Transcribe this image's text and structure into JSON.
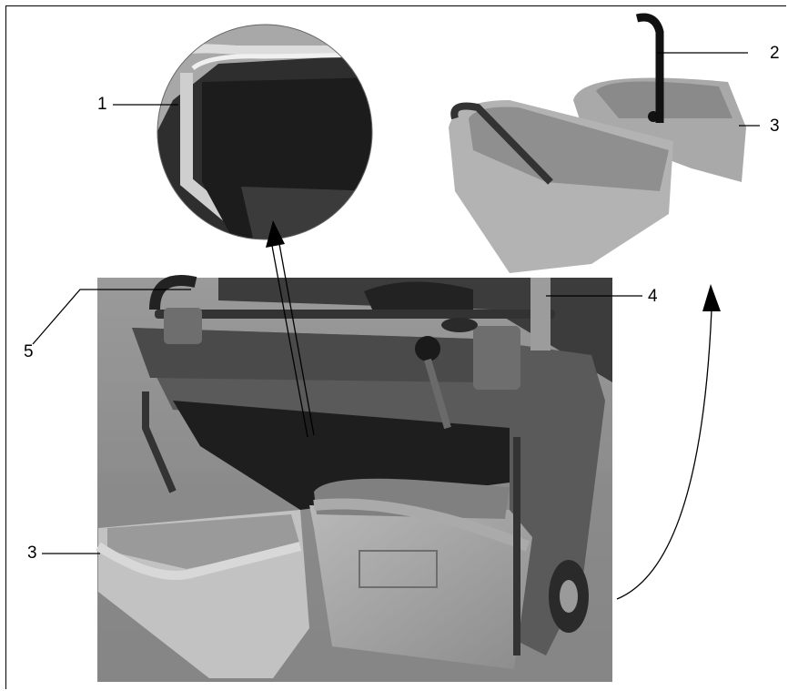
{
  "figure": {
    "callouts": {
      "c1": "1",
      "c2": "2",
      "c3_top": "3",
      "c4": "4",
      "c5": "5",
      "c3_left": "3"
    }
  }
}
